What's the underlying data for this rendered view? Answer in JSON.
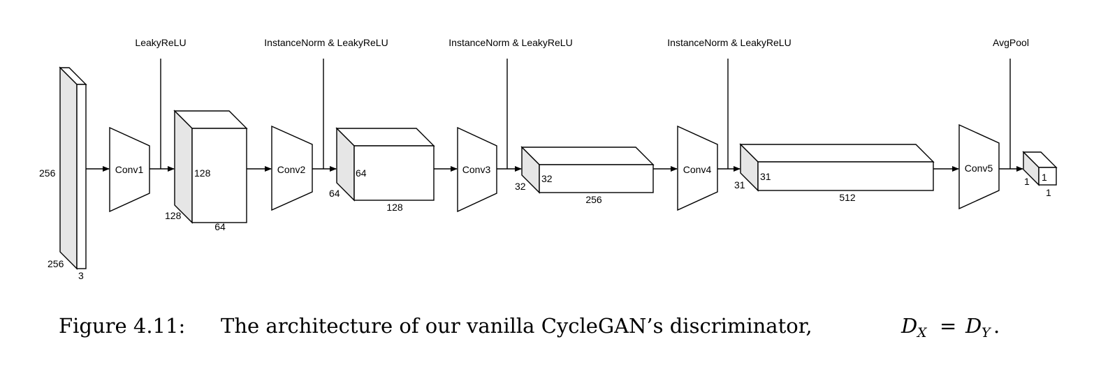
{
  "activations": [
    "LeakyReLU",
    "InstanceNorm & LeakyReLU",
    "InstanceNorm & LeakyReLU",
    "InstanceNorm & LeakyReLU",
    "AvgPool"
  ],
  "convs": [
    "Conv1",
    "Conv2",
    "Conv3",
    "Conv4",
    "Conv5"
  ],
  "input": {
    "height": "256",
    "depth": "256",
    "channels": "3"
  },
  "blocks": [
    {
      "face": "128",
      "depth": "128",
      "width": "64"
    },
    {
      "face": "64",
      "depth": "64",
      "width": "128"
    },
    {
      "face": "32",
      "depth": "32",
      "width": "256"
    },
    {
      "face": "31",
      "depth": "31",
      "width": "512"
    }
  ],
  "output": {
    "face": "1",
    "depth": "1",
    "width": "1"
  },
  "caption": {
    "prefix": "Figure 4.11:",
    "text": "The architecture of our vanilla CycleGAN’s discriminator,",
    "d1": "D",
    "s1": "X",
    "eq": "=",
    "d2": "D",
    "s2": "Y",
    "end": "."
  },
  "colors": {
    "front": "#ffffff",
    "side": "#e6e6e6",
    "top": "#ffffff",
    "line": "#000000"
  }
}
